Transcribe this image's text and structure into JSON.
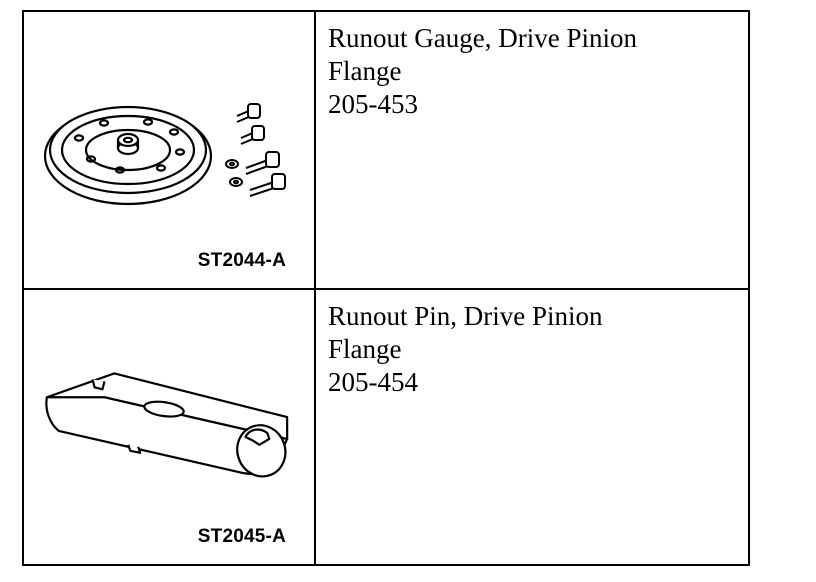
{
  "tools": [
    {
      "figure_code": "ST2044-A",
      "name_line1": "Runout Gauge, Drive Pinion",
      "name_line2": "Flange",
      "part_number": "205-453"
    },
    {
      "figure_code": "ST2045-A",
      "name_line1": "Runout Pin, Drive Pinion",
      "name_line2": "Flange",
      "part_number": "205-454"
    }
  ]
}
